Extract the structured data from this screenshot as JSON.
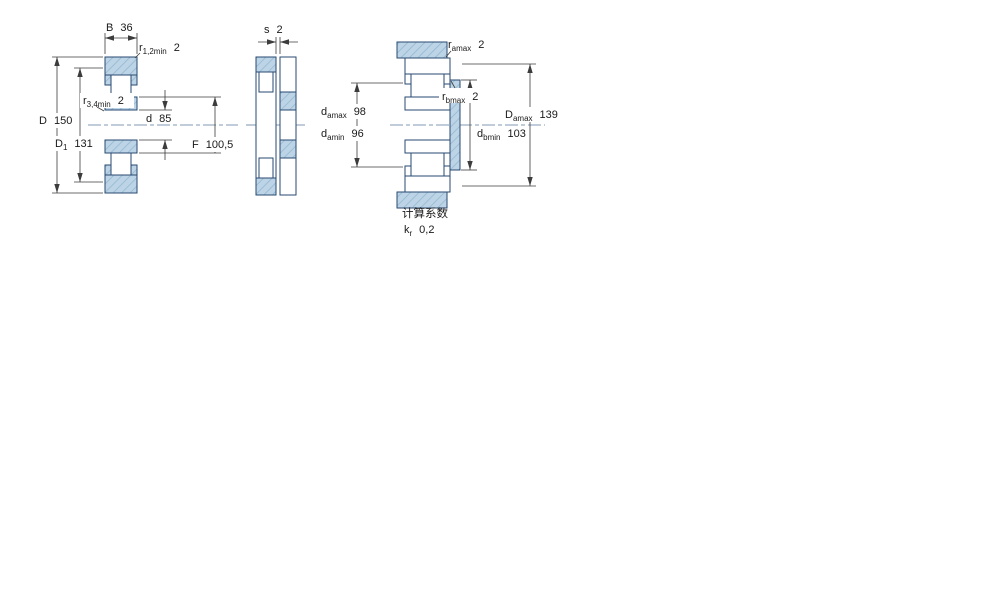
{
  "figure": {
    "type": "bearing-dimension-drawing",
    "colors": {
      "part_fill": "#bcd4e6",
      "part_outline": "#2a4a70",
      "dimension_lines": "#3c3c3c"
    },
    "views": {
      "cross_section": {
        "dims": {
          "B": {
            "main": "B",
            "value": "36"
          },
          "r12": {
            "main": "r",
            "sub": "1,2min",
            "value": "2"
          },
          "D": {
            "main": "D",
            "value": "150"
          },
          "D1": {
            "main": "D",
            "sub": "1",
            "value": "131"
          },
          "r34": {
            "main": "r",
            "sub": "3,4min",
            "value": "2"
          },
          "d": {
            "main": "d",
            "value": "85"
          },
          "F": {
            "main": "F",
            "value": "100,5"
          }
        }
      },
      "side_view": {
        "dims": {
          "s": {
            "main": "s",
            "value": "2"
          }
        }
      },
      "mounting": {
        "dims": {
          "ra": {
            "main": "r",
            "sub": "amax",
            "value": "2"
          },
          "rb": {
            "main": "r",
            "sub": "bmax",
            "value": "2"
          },
          "da_max": {
            "main": "d",
            "sub": "amax",
            "value": "98"
          },
          "da_min": {
            "main": "d",
            "sub": "amin",
            "value": "96"
          },
          "db_min": {
            "main": "d",
            "sub": "bmin",
            "value": "103"
          },
          "Da_max": {
            "main": "D",
            "sub": "amax",
            "value": "139"
          }
        }
      }
    },
    "calculation_factors": {
      "heading": "计算系数",
      "kr": {
        "main": "k",
        "sub": "r",
        "value": "0,2"
      }
    }
  }
}
